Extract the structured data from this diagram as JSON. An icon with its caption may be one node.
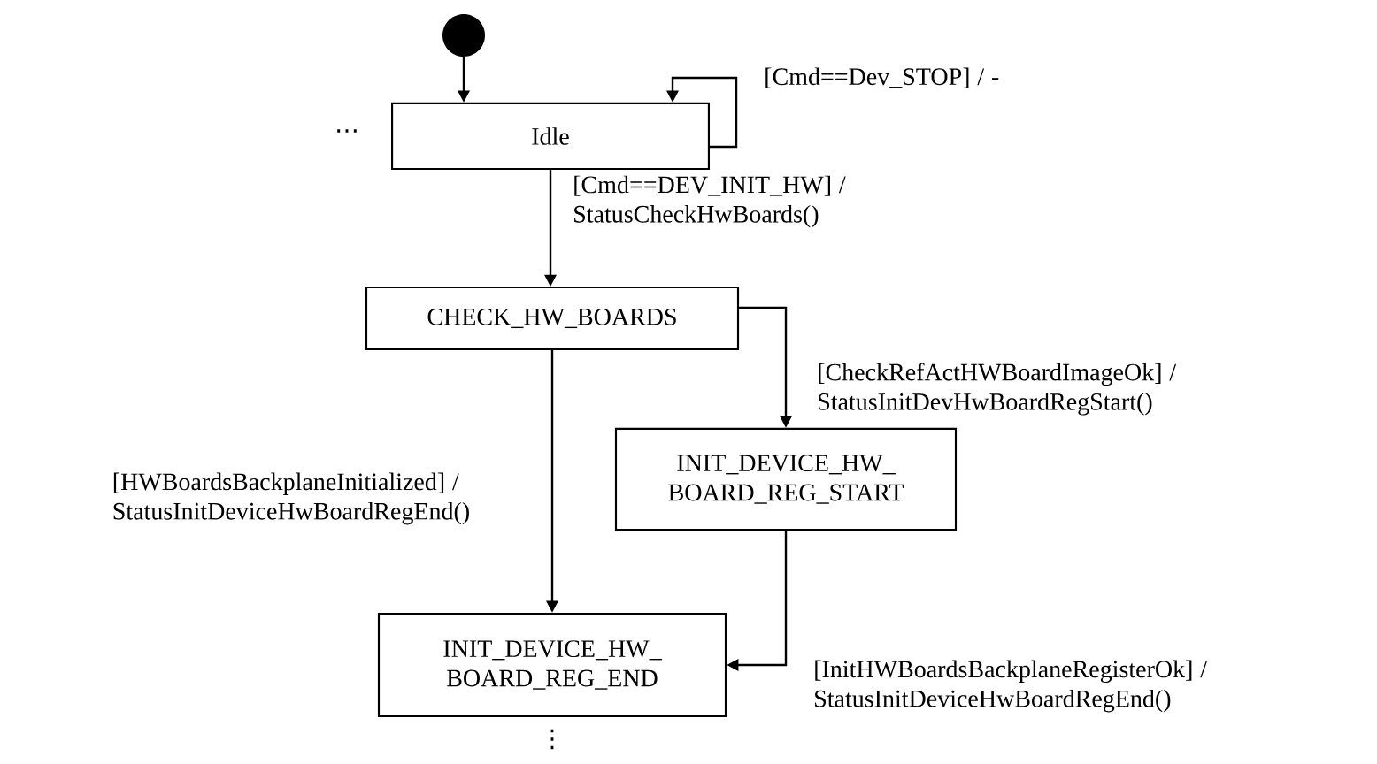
{
  "diagram": {
    "nodes": [
      {
        "text": [],
        "shape": "circle"
      },
      {
        "text": [
          "Idle"
        ]
      },
      {
        "text": [
          "CHECK_HW_BOARDS"
        ]
      },
      {
        "text": [
          "INIT_DEVICE_HW_ BOARD_REG_START"
        ]
      },
      {
        "text": [
          "INIT_DEVICE_HW_ BOARD_REG_END"
        ]
      }
    ],
    "edges": [
      {
        "from": 0,
        "to": 1,
        "arrow": "to"
      },
      {
        "from": 1,
        "to": 1,
        "arrow": "to",
        "label": "[Cmd==Dev_STOP] / -"
      },
      {
        "from": 1,
        "to": 2,
        "arrow": "to",
        "label": "[Cmd==DEV_INIT_HW] / StatusCheckHwBoards()"
      },
      {
        "from": 2,
        "to": 3,
        "arrow": "to",
        "label": "[CheckRefActHWBoardImageOk] / StatusInitDevHwBoardRegStart()"
      },
      {
        "from": 2,
        "to": 4,
        "arrow": "to",
        "label": "[HWBoardsBackplaneInitialized] / StatusInitDeviceHwBoardRegEnd()"
      },
      {
        "from": 3,
        "to": 4,
        "arrow": "to",
        "label": "[InitHWBoardsBackplaneRegisterOk] / StatusInitDeviceHwBoardRegEnd()"
      }
    ],
    "labels": [
      "…",
      "⋮"
    ]
  }
}
